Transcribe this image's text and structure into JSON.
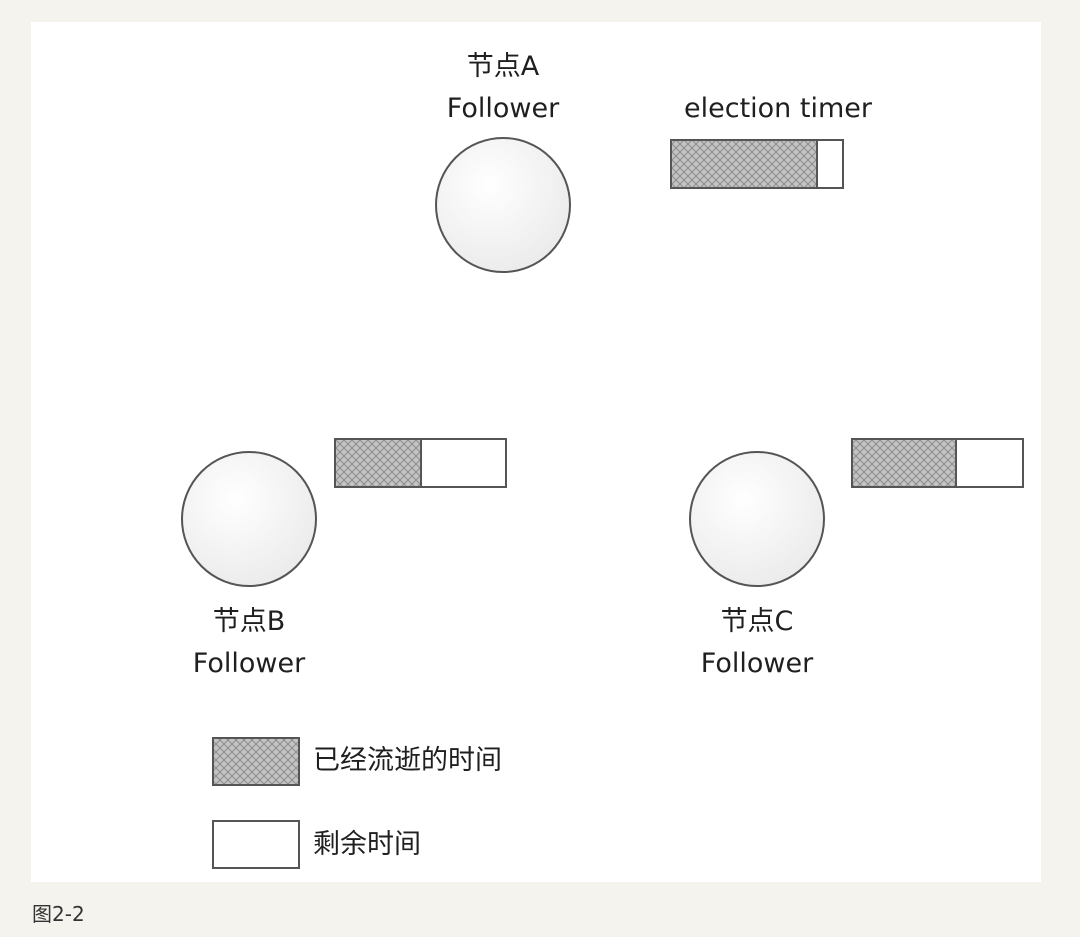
{
  "nodes": [
    {
      "name": "节点A",
      "state": "Follower"
    },
    {
      "name": "节点B",
      "state": "Follower"
    },
    {
      "name": "节点C",
      "state": "Follower"
    }
  ],
  "timer_title": "election timer",
  "timers": [
    {
      "node": "节点A",
      "elapsed_fraction": 0.85
    },
    {
      "node": "节点B",
      "elapsed_fraction": 0.5
    },
    {
      "node": "节点C",
      "elapsed_fraction": 0.61
    }
  ],
  "legend": {
    "elapsed": "已经流逝的时间",
    "remaining": "剩余时间"
  },
  "caption": "图2-2",
  "colors": {
    "background": "#f5f3ee",
    "panel": "#ffffff",
    "node_fill": "#f2f2f2",
    "stroke": "#555555",
    "hatch_fill": "#c4c4c4",
    "hatch_line": "#8e8e8e"
  }
}
